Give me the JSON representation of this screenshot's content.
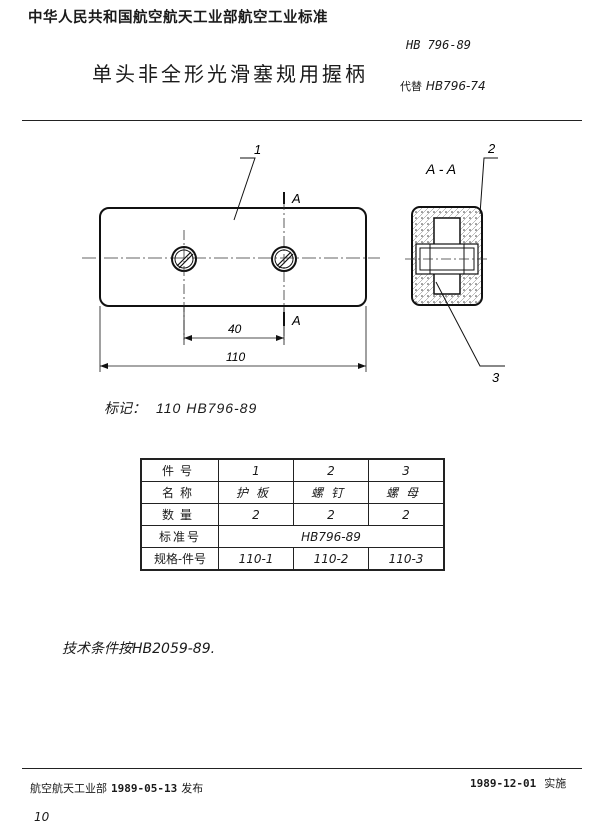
{
  "header": {
    "org": "中华人民共和国航空航天工业部航空工业标准",
    "title": "单头非全形光滑塞规用握柄",
    "standard_no": "HB 796-89",
    "replaces_label": "代替",
    "replaces_no": "HB796-74"
  },
  "drawing": {
    "callout_1": "1",
    "callout_2": "2",
    "callout_3": "3",
    "section_mark": "A",
    "section_view_label": "A - A",
    "dim_spacing": "40",
    "dim_length": "110"
  },
  "marking": {
    "label": "标记：",
    "value": "110  HB796-89"
  },
  "parts_table": {
    "rows": [
      {
        "header": "件号",
        "cells": [
          "1",
          "2",
          "3"
        ]
      },
      {
        "header": "名称",
        "cells": [
          "护板",
          "螺钉",
          "螺母"
        ]
      },
      {
        "header": "数量",
        "cells": [
          "2",
          "2",
          "2"
        ]
      },
      {
        "header": "标准号",
        "span": "HB796-89"
      },
      {
        "header": "规格-件号",
        "cells": [
          "110-1",
          "110-2",
          "110-3"
        ]
      }
    ]
  },
  "tech_note": "技术条件按HB2059-89.",
  "footer": {
    "issuer": "航空航天工业部",
    "issue_date": "1989-05-13",
    "issue_label": "发布",
    "impl_date": "1989-12-01",
    "impl_label": "实施",
    "page_no": "10"
  }
}
